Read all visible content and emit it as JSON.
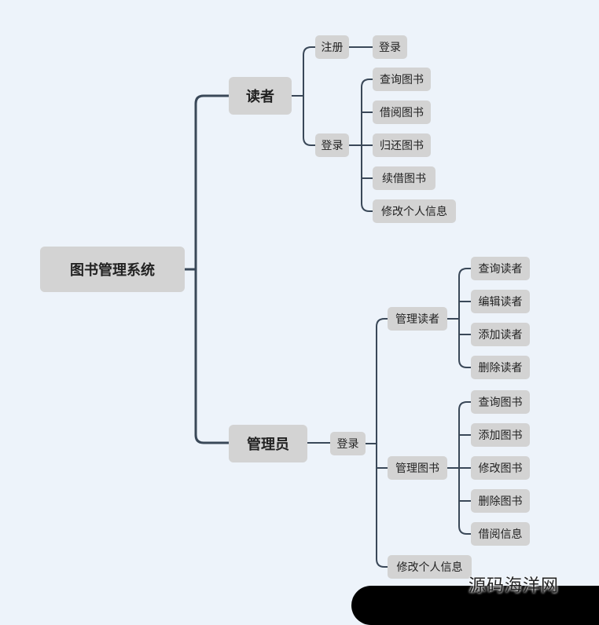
{
  "diagram": {
    "root": "图书管理系统",
    "branches": [
      {
        "label": "读者",
        "children": [
          {
            "label": "注册",
            "children": [
              {
                "label": "登录"
              }
            ]
          },
          {
            "label": "登录",
            "children": [
              {
                "label": "查询图书"
              },
              {
                "label": "借阅图书"
              },
              {
                "label": "归还图书"
              },
              {
                "label": "续借图书"
              },
              {
                "label": "修改个人信息"
              }
            ]
          }
        ]
      },
      {
        "label": "管理员",
        "children": [
          {
            "label": "登录",
            "children": [
              {
                "label": "管理读者",
                "children": [
                  {
                    "label": "查询读者"
                  },
                  {
                    "label": "编辑读者"
                  },
                  {
                    "label": "添加读者"
                  },
                  {
                    "label": "删除读者"
                  }
                ]
              },
              {
                "label": "管理图书",
                "children": [
                  {
                    "label": "查询图书"
                  },
                  {
                    "label": "添加图书"
                  },
                  {
                    "label": "修改图书"
                  },
                  {
                    "label": "删除图书"
                  },
                  {
                    "label": "借阅信息"
                  }
                ]
              },
              {
                "label": "修改个人信息"
              }
            ]
          }
        ]
      }
    ]
  },
  "watermark": "源码海洋网",
  "colors": {
    "background": "#edf3fa",
    "node_fill": "#d3d3d3",
    "edge": "#3a4858"
  }
}
